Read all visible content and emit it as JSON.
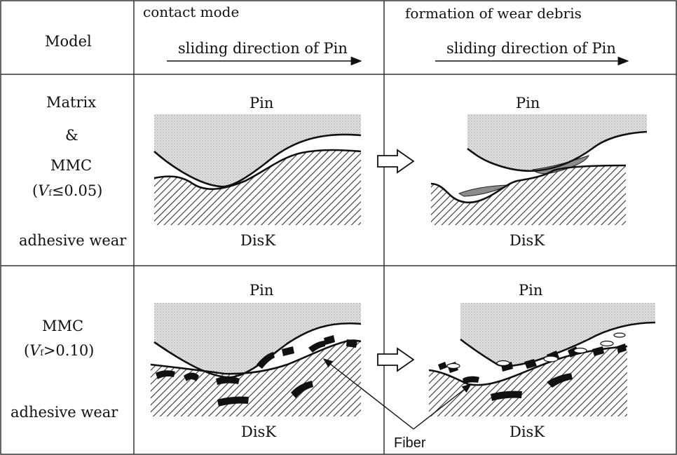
{
  "header": {
    "model": "Model",
    "contact_mode": "contact mode",
    "formation": "formation of wear debris",
    "sliding_left": "sliding direction of Pin",
    "sliding_right": "sliding direction of Pin"
  },
  "row1": {
    "label_matrix": "Matrix",
    "label_amp": "&",
    "label_mmc": "MMC",
    "vf_V": "V",
    "vf_sub": "f",
    "vf_rest": "≤0.05)",
    "vf_open": "(",
    "wear": "adhesive wear",
    "pin_left": "Pin",
    "pin_right": "Pin",
    "disk_left": "DisK",
    "disk_right": "DisK"
  },
  "row2": {
    "label_mmc": "MMC",
    "vf_open": "(",
    "vf_V": "V",
    "vf_sub": "f",
    "vf_rest": ">0.10)",
    "wear": "adhesive wear",
    "pin_left": "Pin",
    "pin_right": "Pin",
    "disk_left": "DisK",
    "disk_right": "DisK",
    "fiber": "Fiber"
  },
  "colors": {
    "pin_fill": "#d9d9d9",
    "debris_fill": "#8c8c8c",
    "fiber_fill": "#111111",
    "grid_line": "#333333"
  }
}
